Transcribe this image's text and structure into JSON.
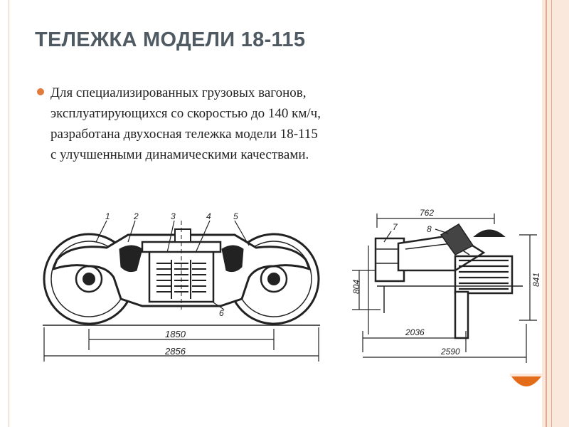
{
  "slide": {
    "title": "ТЕЛЕЖКА МОДЕЛИ 18-115",
    "paragraph_lines": [
      "Для специализированных грузовых вагонов,",
      "эксплуатирующихся со скоростью до 140 км/ч,",
      "разработана двухосная тележка модели 18-115",
      "с улучшенными динамическими качествами."
    ]
  },
  "drawing_side": {
    "part_labels": [
      "1",
      "2",
      "3",
      "4",
      "5",
      "6"
    ],
    "dim_wheelbase": "1850",
    "dim_overall": "2856"
  },
  "drawing_section": {
    "part_labels": [
      "7",
      "8"
    ],
    "dim_top": "762",
    "dim_height_left": "804",
    "dim_height_right": "841",
    "dim_gauge": "2036",
    "dim_overall": "2590"
  },
  "colors": {
    "title": "#4f5a63",
    "bullet": "#e07b3c",
    "accent_frame": "#e8a98a"
  }
}
